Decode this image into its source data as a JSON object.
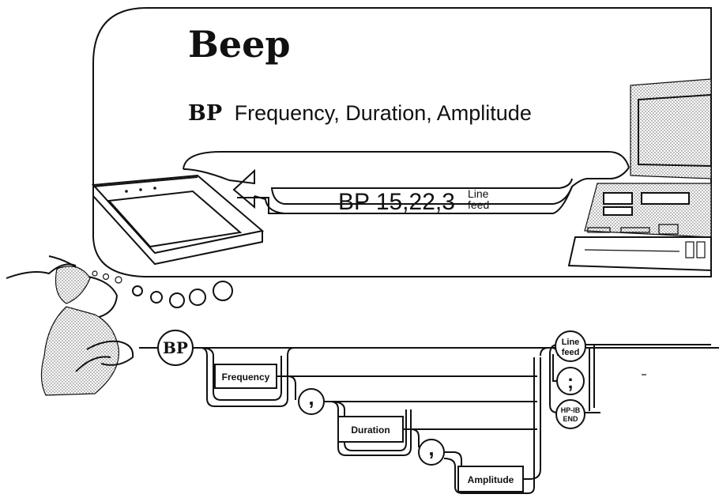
{
  "title": "Beep",
  "syntax_line": {
    "keyword": "BP",
    "params": "Frequency, Duration, Amplitude"
  },
  "example": {
    "command": "BP 15,22,3",
    "terminator_line1": "Line",
    "terminator_line2": "feed"
  },
  "diagram": {
    "start_keyword": "BP",
    "boxes": {
      "frequency": "Frequency",
      "duration": "Duration",
      "amplitude": "Amplitude"
    },
    "separators": {
      "comma1": ",",
      "comma2": ","
    },
    "terminators": {
      "linefeed_line1": "Line",
      "linefeed_line2": "feed",
      "semicolon": ";",
      "hpib_line1": "HP-IB",
      "hpib_line2": "END"
    }
  }
}
